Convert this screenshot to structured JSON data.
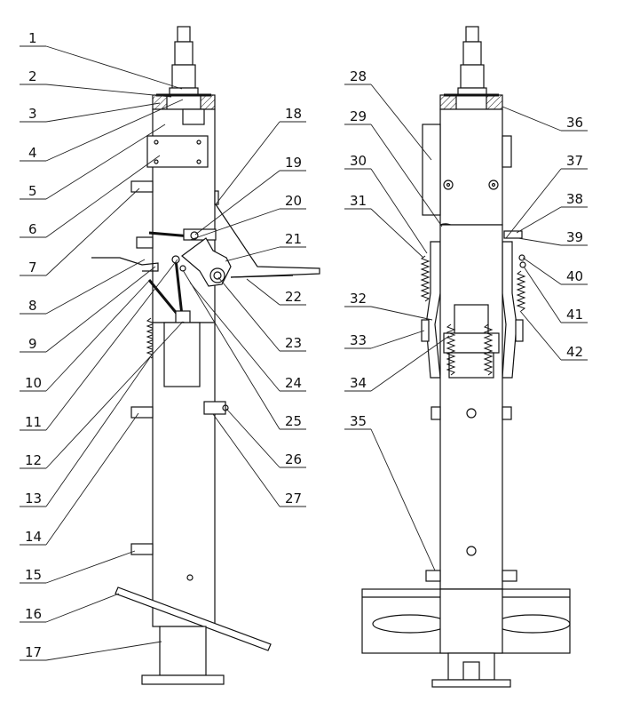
{
  "figure": {
    "labels": [
      "1",
      "2",
      "3",
      "4",
      "5",
      "6",
      "7",
      "8",
      "9",
      "10",
      "11",
      "12",
      "13",
      "14",
      "15",
      "16",
      "17",
      "18",
      "19",
      "20",
      "21",
      "22",
      "23",
      "24",
      "25",
      "26",
      "27",
      "28",
      "29",
      "30",
      "31",
      "32",
      "33",
      "34",
      "35",
      "36",
      "37",
      "38",
      "39",
      "40",
      "41",
      "42"
    ]
  }
}
